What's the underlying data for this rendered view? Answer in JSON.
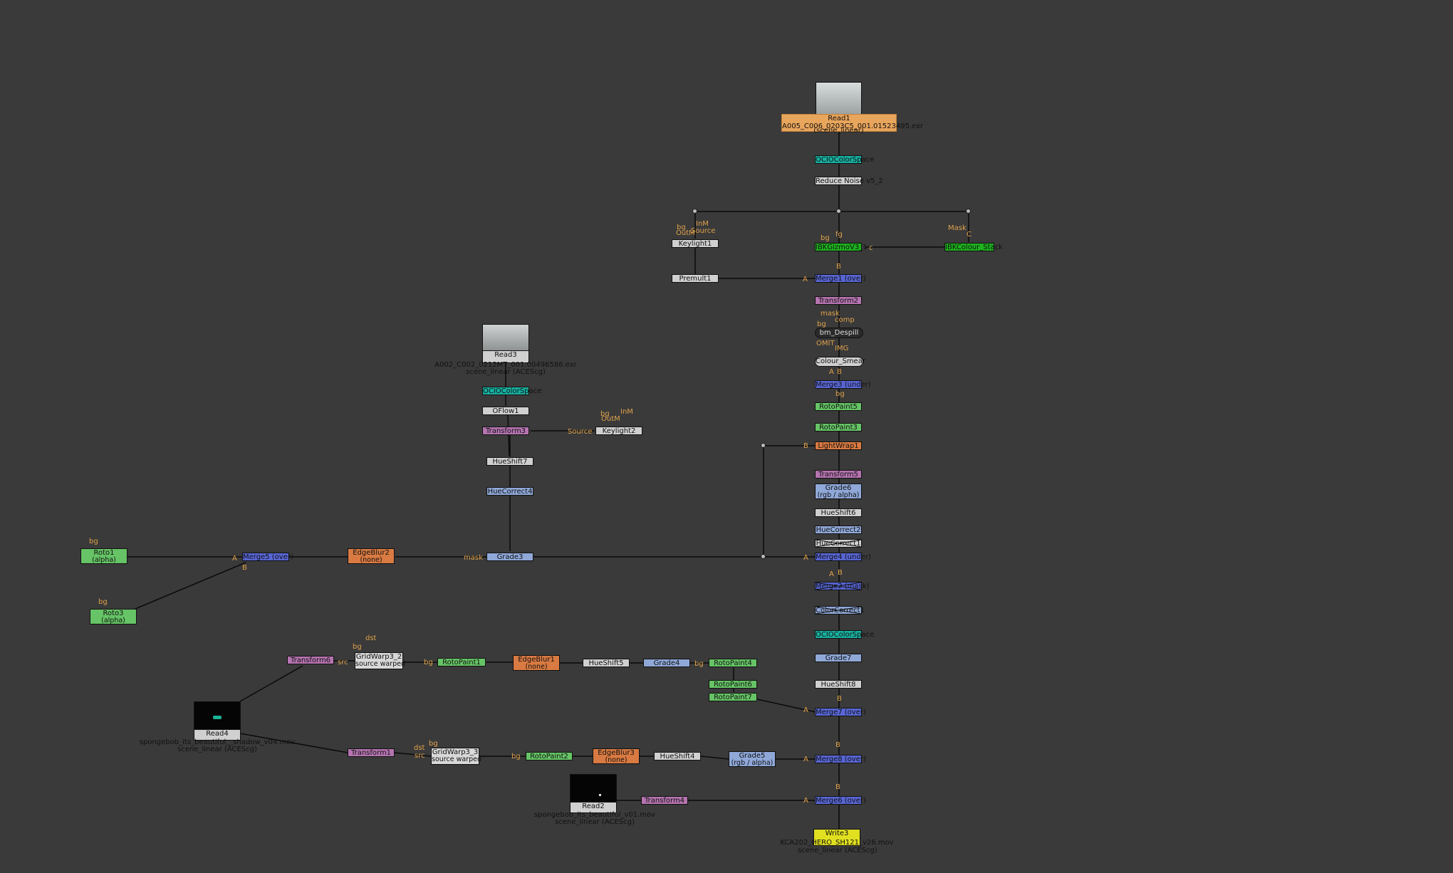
{
  "colors": {
    "background": "#3a3a3a",
    "wire": "#0a0a0a",
    "input_label": "#e0a24a",
    "read": "#e8a55c",
    "colorspace": "#18b0a0",
    "merge": "#5866d4",
    "transform": "#b574b0",
    "grade": "#8fa8d8",
    "roto": "#66c466",
    "edgeblur": "#d97a42",
    "gizmo": "#1db31d",
    "grey": "#d0d0d0",
    "write": "#e0e020"
  },
  "nodes": {
    "read1": {
      "name": "Read1",
      "file": "A005_C006_0203C5_001.01523495.exr",
      "cs": "(scene_linear)"
    },
    "ocio1": {
      "name": "OCIOColorSpace"
    },
    "reduce": {
      "name": "Reduce Noise v5_2"
    },
    "keylight1": {
      "name": "Keylight1"
    },
    "premult1": {
      "name": "Premult1"
    },
    "ibkgizmo": {
      "name": "IBKGizmoV3_1"
    },
    "ibkcolour": {
      "name": "IBKColour_Stack"
    },
    "merge1": {
      "name": "Merge1 (over)"
    },
    "transform2": {
      "name": "Transform2"
    },
    "despill": {
      "name": "bm_Despill"
    },
    "smear": {
      "name": "Colour_Smear"
    },
    "merge3": {
      "name": "Merge3 (under)"
    },
    "roto5": {
      "name": "RotoPaint5"
    },
    "roto3p": {
      "name": "RotoPaint3"
    },
    "lightwrap": {
      "name": "LightWrap1"
    },
    "transform5": {
      "name": "Transform5"
    },
    "grade6": {
      "name": "Grade6",
      "sub": "(rgb / alpha)"
    },
    "hue6": {
      "name": "HueShift6"
    },
    "huec2": {
      "name": "HueCorrect2"
    },
    "huex": {
      "name": "HueCorrect1"
    },
    "merge4": {
      "name": "Merge4 (under)"
    },
    "mergemask": {
      "name": "Merge2 (mask)"
    },
    "colorx": {
      "name": "ColorCorrect1"
    },
    "ocio3": {
      "name": "OCIOColorSpace"
    },
    "grade7": {
      "name": "Grade7"
    },
    "hue8": {
      "name": "HueShift8"
    },
    "merge7": {
      "name": "Merge7 (over)"
    },
    "merge8": {
      "name": "Merge8 (over)"
    },
    "merge6": {
      "name": "Merge6 (over)"
    },
    "write3": {
      "name": "Write3",
      "file": "KCA202_HERO_SH121_v26.mov",
      "cs": "scene_linear (ACEScg)"
    },
    "read3": {
      "name": "Read3",
      "file": "A002_C002_0212MT_001.00496586.exr",
      "cs": "scene_linear (ACEScg)"
    },
    "ocio2": {
      "name": "OCIOColorSpace"
    },
    "oflow": {
      "name": "OFlow1"
    },
    "transform3": {
      "name": "Transform3"
    },
    "keylight2": {
      "name": "Keylight2"
    },
    "hue7": {
      "name": "HueShift7"
    },
    "huec4": {
      "name": "HueCorrect4"
    },
    "grade3": {
      "name": "Grade3"
    },
    "roto1": {
      "name": "Roto1",
      "sub": "(alpha)"
    },
    "roto3": {
      "name": "Roto3",
      "sub": "(alpha)"
    },
    "merge5": {
      "name": "Merge5 (over)"
    },
    "edgeblur2": {
      "name": "EdgeBlur2",
      "sub": "(none)"
    },
    "transform6": {
      "name": "Transform6"
    },
    "gridwarp32": {
      "name": "GridWarp3_2",
      "sub": "source warped"
    },
    "rp1": {
      "name": "RotoPaint1"
    },
    "edgeblur1": {
      "name": "EdgeBlur1",
      "sub": "(none)"
    },
    "hue5": {
      "name": "HueShift5"
    },
    "grade4": {
      "name": "Grade4"
    },
    "rp4": {
      "name": "RotoPaint4"
    },
    "rp6": {
      "name": "RotoPaint6"
    },
    "rp7": {
      "name": "RotoPaint7"
    },
    "read4": {
      "name": "Read4",
      "file": "spongebob_its_beautiful__shadow_v04.mov",
      "cs": "scene_linear (ACEScg)"
    },
    "transform1": {
      "name": "Transform1"
    },
    "gridwarp33": {
      "name": "GridWarp3_3",
      "sub": "source warped"
    },
    "rp2": {
      "name": "RotoPaint2"
    },
    "edgeblur3": {
      "name": "EdgeBlur3",
      "sub": "(none)"
    },
    "hue4": {
      "name": "HueShift4"
    },
    "grade5": {
      "name": "Grade5",
      "sub": "(rgb / alpha)"
    },
    "read2": {
      "name": "Read2",
      "file": "spongebob_its_beautiful_v01.mov",
      "cs": "scene_linear (ACEScg)"
    },
    "transform4": {
      "name": "Transform4"
    }
  },
  "labels": {
    "bg": "bg",
    "fg": "fg",
    "mask": "mask",
    "comp": "comp",
    "omit": "OMIT",
    "img": "IMG",
    "a": "A",
    "b": "B",
    "c": "c",
    "mask_cap": "Mask",
    "cap_c": "C",
    "inm": "InM",
    "outm": "OutM",
    "source": "Source",
    "src": "src",
    "dst": "dst"
  }
}
